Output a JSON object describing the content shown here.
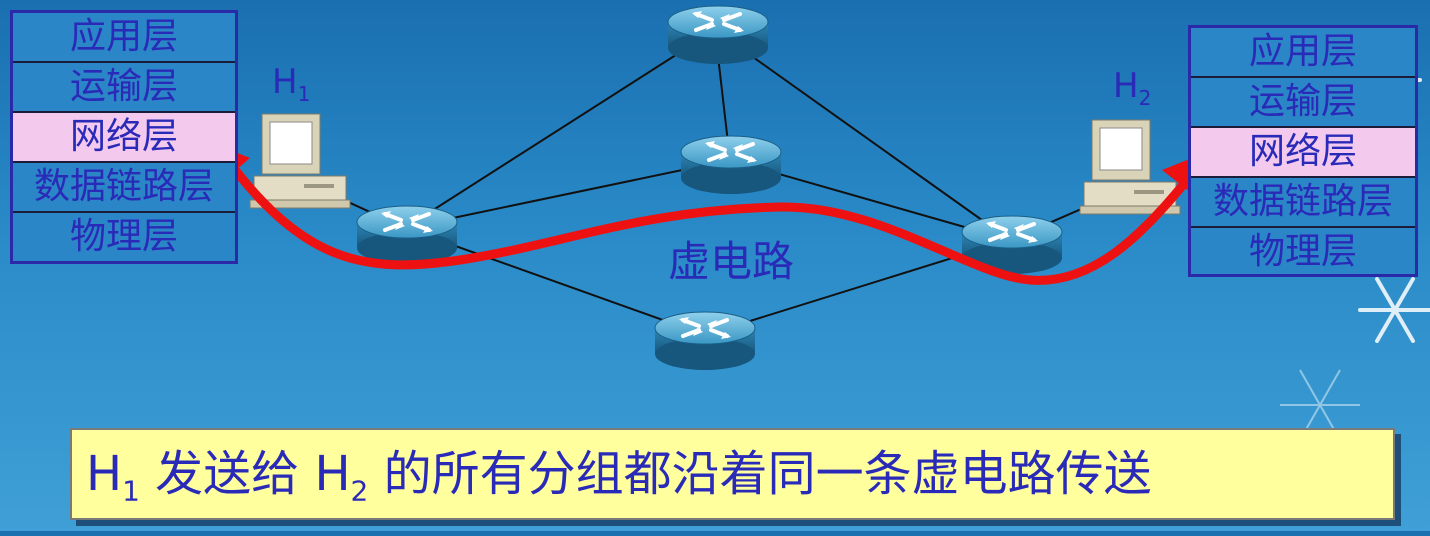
{
  "left_host": {
    "name": "H",
    "sub": "1"
  },
  "right_host": {
    "name": "H",
    "sub": "2"
  },
  "left_stack": [
    "应用层",
    "运输层",
    "网络层",
    "数据链路层",
    "物理层"
  ],
  "right_stack": [
    "应用层",
    "运输层",
    "网络层",
    "数据链路层",
    "物理层"
  ],
  "virtual_circuit_label": "虚电路",
  "caption": {
    "h1": "H",
    "h1_sub": "1",
    "mid": " 发送给 ",
    "h2": "H",
    "h2_sub": "2",
    "tail": " 的所有分组都沿着同一条虚电路传送"
  },
  "colors": {
    "path": "#ee1111",
    "text": "#2a2ab8",
    "highlight_layer": "#f4c9ee",
    "caption_bg": "#ffff9e"
  }
}
